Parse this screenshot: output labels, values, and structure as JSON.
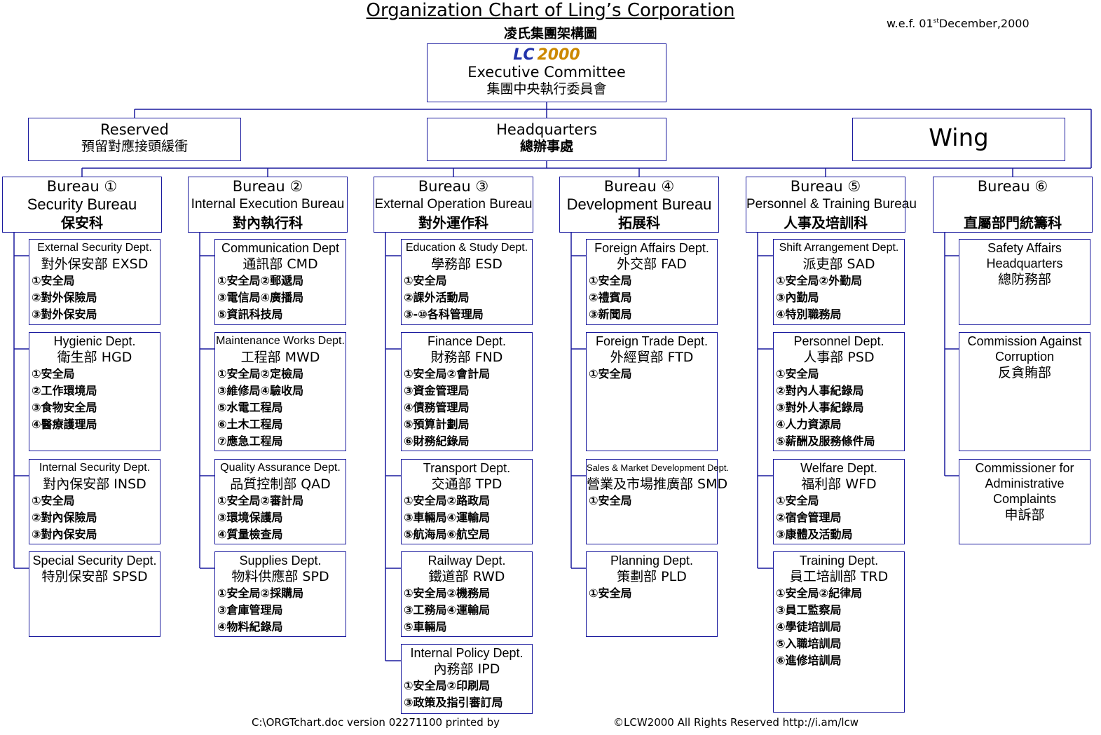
{
  "header": {
    "title": "Organization Chart of Ling’s Corporation",
    "subtitle": "凌氏集團架構圖",
    "wef_prefix": "w.e.f. 01",
    "wef_sup": "st",
    "wef_rest": "December,2000"
  },
  "exec": {
    "logo_a": "LC",
    "logo_b": "2000",
    "en": "Executive Committee",
    "zh": "集團中央執行委員會"
  },
  "level2": {
    "reserved": {
      "en": "Reserved",
      "zh": "預留對應接頭緩衝"
    },
    "hq": {
      "en": "Headquarters",
      "zh": "總辦事處"
    },
    "wing": {
      "en": "Wing"
    }
  },
  "bureaus": [
    {
      "num": "Bureau  ①",
      "en": "Security Bureau",
      "zh": "保安科",
      "depts": [
        {
          "h1": "External Security Dept.",
          "h2": "對外保安部 EXSD",
          "items": [
            "①安全局",
            "②對外保險局",
            "③對外保安局"
          ]
        },
        {
          "h1": "Hygienic Dept.",
          "h2": "衛生部 HGD",
          "items": [
            "①安全局",
            "②工作環境局",
            "③食物安全局",
            "④醫療護理局"
          ]
        },
        {
          "h1": "Internal Security Dept.",
          "h2": "對內保安部 INSD",
          "items": [
            "①安全局",
            "②對內保險局",
            "③對內保安局"
          ]
        },
        {
          "h1": "Special Security Dept.",
          "h2": "特別保安部 SPSD",
          "items": []
        }
      ]
    },
    {
      "num": "Bureau  ②",
      "en": "Internal Execution Bureau",
      "zh": "對內執行科",
      "depts": [
        {
          "h1": "Communication Dept",
          "h2": "通訊部 CMD",
          "items": [
            "①安全局②郵遞局",
            "③電信局④廣播局",
            "⑤資訊科技局"
          ]
        },
        {
          "h1": "Maintenance Works Dept.",
          "h2": "工程部 MWD",
          "items": [
            "①安全局②定檢局",
            "③維修局④驗收局",
            "⑤水電工程局",
            "⑥土木工程局",
            "⑦應急工程局"
          ]
        },
        {
          "h1": "Quality Assurance Dept.",
          "h2": "品質控制部 QAD",
          "items": [
            "①安全局②審計局",
            "③環境保護局",
            "④質量檢查局"
          ]
        },
        {
          "h1": "Supplies Dept.",
          "h2": "物料供應部 SPD",
          "items": [
            "①安全局②採購局",
            "③倉庫管理局",
            "④物料紀錄局"
          ]
        }
      ]
    },
    {
      "num": "Bureau  ③",
      "en": "External Operation Bureau",
      "zh": "對外運作科",
      "depts": [
        {
          "h1": "Education & Study Dept.",
          "h2": "學務部 ESD",
          "items": [
            "①安全局",
            "②課外活動局",
            "③-⑩各科管理局"
          ]
        },
        {
          "h1": "Finance Dept.",
          "h2": "財務部 FND",
          "items": [
            "①安全局②會計局",
            "③資金管理局",
            "④債務管理局",
            "⑤預算計劃局",
            "⑥財務紀錄局"
          ]
        },
        {
          "h1": "Transport Dept.",
          "h2": "交通部 TPD",
          "items": [
            "①安全局②路政局",
            "③車輛局④運輸局",
            "⑤航海局⑥航空局"
          ]
        },
        {
          "h1": "Railway Dept.",
          "h2": "鐵道部 RWD",
          "items": [
            "①安全局②機務局",
            "③工務局④運輸局",
            "⑤車輛局"
          ]
        },
        {
          "h1": "Internal Policy Dept.",
          "h2": "內務部 IPD",
          "items": [
            "①安全局②印刷局",
            "③政策及指引審訂局"
          ]
        }
      ]
    },
    {
      "num": "Bureau  ④",
      "en": "Development Bureau",
      "zh": "拓展科",
      "depts": [
        {
          "h1": "Foreign Affairs Dept.",
          "h2": "外交部 FAD",
          "items": [
            "①安全局",
            "②禮賓局",
            "③新聞局"
          ]
        },
        {
          "h1": "Foreign Trade Dept.",
          "h2": "外經貿部 FTD",
          "items": [
            "①安全局"
          ]
        },
        {
          "h1": "Sales & Market Development Dept.",
          "h2": "營業及市場推廣部 SMD",
          "items": [
            "①安全局"
          ]
        },
        {
          "h1": "Planning Dept.",
          "h2": "策劃部 PLD",
          "items": [
            "①安全局"
          ]
        }
      ]
    },
    {
      "num": "Bureau  ⑤",
      "en": "Personnel & Training Bureau",
      "zh": "人事及培訓科",
      "depts": [
        {
          "h1": "Shift Arrangement Dept.",
          "h2": "派吏部 SAD",
          "items": [
            "①安全局②外勤局",
            "③內勤局",
            "④特別職務局"
          ]
        },
        {
          "h1": "Personnel Dept.",
          "h2": "人事部 PSD",
          "items": [
            "①安全局",
            "②對內人事紀錄局",
            "③對外人事紀錄局",
            "④人力資源局",
            "⑤薪酬及服務條件局"
          ]
        },
        {
          "h1": "Welfare Dept.",
          "h2": "福利部 WFD",
          "items": [
            "①安全局",
            "②宿舍管理局",
            "③康體及活動局"
          ]
        },
        {
          "h1": "Training Dept.",
          "h2": "員工培訓部 TRD",
          "items": [
            "①安全局②紀律局",
            "③員工監察局",
            "④學徒培訓局",
            "⑤入職培訓局",
            "⑥進修培訓局"
          ]
        }
      ]
    },
    {
      "num": "Bureau  ⑥",
      "en": "",
      "zh": "直屬部門統籌科",
      "depts": [
        {
          "h1": "Safety Affairs",
          "h2": "Headquarters",
          "items": [],
          "zh": "總防務部"
        },
        {
          "h1": "Commission Against",
          "h2": "Corruption",
          "items": [],
          "zh": "反貪賄部"
        },
        {
          "h1": "Commissioner for",
          "h2": "Administrative",
          "h3": "Complaints",
          "items": [],
          "zh": "申訴部"
        }
      ]
    }
  ],
  "footer": {
    "left": "C:\\ORGTchart.doc version 02271100 printed by",
    "right": "©LCW2000 All Rights Reserved http://i.am/lcw"
  }
}
